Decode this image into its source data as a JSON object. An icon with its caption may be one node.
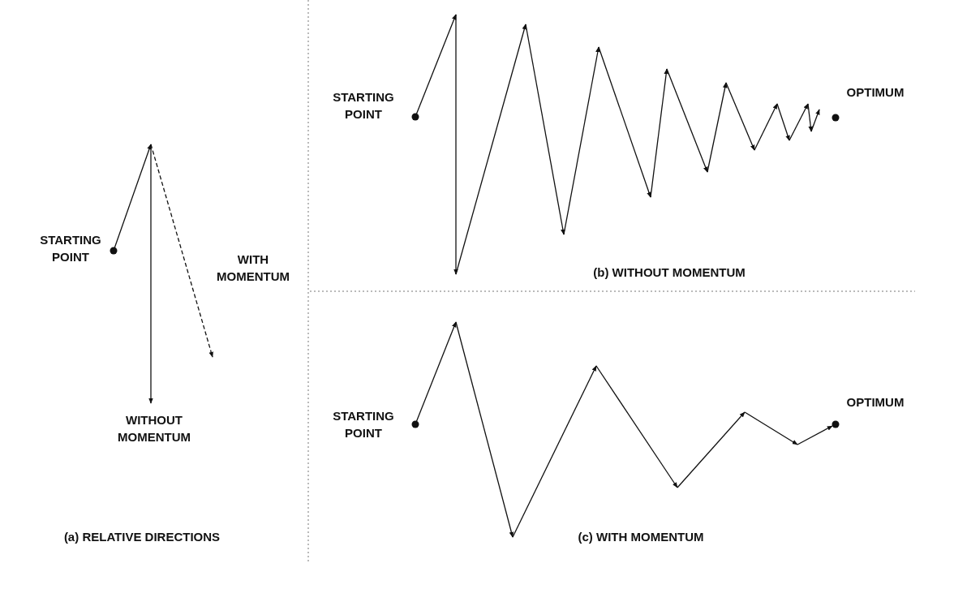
{
  "diagram": {
    "labels": [
      "STARTING POINT",
      "WITH MOMENTUM",
      "WITHOUT MOMENTUM",
      "(a) RELATIVE DIRECTIONS",
      "STARTING POINT",
      "OPTIMUM",
      "(b) WITHOUT MOMENTUM",
      "STARTING POINT",
      "OPTIMUM",
      "(c) WITH MOMENTUM"
    ]
  }
}
